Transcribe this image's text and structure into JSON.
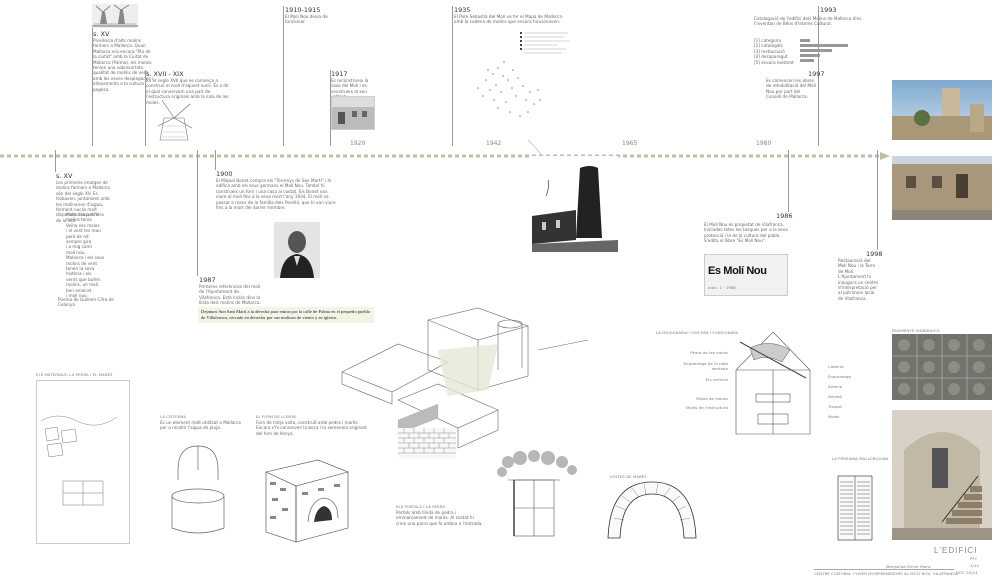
{
  "timeline": {
    "years": [
      "1920",
      "1942",
      "1965",
      "1980"
    ],
    "arrow_color": "#b8c2a8"
  },
  "events_top": [
    {
      "title": "s. XV",
      "text": "Presència d'alts molins fariners a Mallorca. Quan Mallorca era encara \"Pla de la ciutat\" amb la Ciutat de Mallorca (Palma), els molins tenien una sobresortida qualitat de molins de vent amb les seves desplegades i alineaments a la cultura pagesa."
    },
    {
      "title": "s. XVII - XIX",
      "text": "En el segle XVII que es comença a construir el molí d'aquest nucli. És a dir el qual conservam una part de l'estructura originals amb la sala de les moles."
    },
    {
      "title": "1910-1915",
      "text": "El Molí Nou deixa de funcionar."
    },
    {
      "title": "1917",
      "text": "Es reconstrueix la casa del Molí i es construeix al seu voltant."
    },
    {
      "title": "1935",
      "text": "El Pare Sebastià del Molí va fer el Mapa de Mallorca amb la cadena de molins que encara funcionaven."
    },
    {
      "title": "1993",
      "text": "Catalogació de l'edifici dels Molins de Mallorca dins l'inventari de Béns d'Interès Cultural."
    },
    {
      "title": "1997",
      "text": "Es comencen les obres de rehabilitació del Molí Nou per part del Consell de Mallorca."
    }
  ],
  "chart_legend": [
    "[1] categoria",
    "[2] catalogats",
    "[3] restauració",
    "[4] desaparegut",
    "[5] encara existent"
  ],
  "events_bottom": [
    {
      "title": "s. XV",
      "text": "Les primeres imatges de molins fariners a Mallorca són del segle XV. Es trobaven, juntament amb les molineries d'aigua, formant nuclis molt dispersos a la perifèria de la vila.",
      "poem": [
        "Molts tenia dins",
        "molins tenia",
        "Veïna ses moles",
        "i el vent les mou",
        "però de nit",
        "sempre gira",
        "i a mig camí",
        "molí nou.",
        "Mallorca i els seus",
        "molins de vent",
        "tenen la seva",
        "història i els",
        "vents que bufen",
        "molins, un molí",
        "ben enlairat",
        "i molí nou"
      ],
      "poem_caption": "Poema de Guillem Cifre de Colonya"
    },
    {
      "title": "1900",
      "text": "El Miquel Bonet compra els \"Terrenys de Son Martí\" i hi edifica amb els seus germans el Molí Nou. També hi construeix un forn i una casa al costat. Els Bonet van viure al molí fins a la seva mort l'any 1934. El molí va passar a mans de la família dels Perelló, que hi van viure fins a la mort del darrer membre."
    },
    {
      "title": "1987",
      "text": "Primeres referències del molí de l'Ajuntament de Vilafranca. Està inclòs dins la llista dels molins de Mallorca."
    },
    {
      "title": "1986",
      "text": "El Molí Nou és propietat de Vilafranca. Iniciades totes les tasques per a la seva protecció i la de la cultura del poble. S'edita el llibre \"Es Molí Nou\"."
    },
    {
      "title": "1998",
      "text": "Restauració del Molí Nou i la Torre de Molí. L'Ajuntament hi inaugura un centre d'interpretació per al patrimoni local de Vilafranca."
    }
  ],
  "quote": "Dejamos Son Sant Martí a la derecha para entrar por la calle de Palma en el pequeño pueblo de Villafranca, cercado en derredor por sus molinos de viento y su iglesia.",
  "newspaper": {
    "name": "Es Molí Nou",
    "issue": "núm. 1 · 1986"
  },
  "sections": {
    "water": {
      "title": "ELS MATERIALS: LA PEDRA I EL MARÈS"
    },
    "cistern": {
      "title": "LA CISTERNA",
      "text": "Es un element molt utilitzat a Mallorca per a recollir l'aigua de pluja."
    },
    "oven": {
      "title": "EL FORN DE LLENYA",
      "text": "Forn de mitja volta, construït amb pedra i marès. Encara s'hi conserven la boca i la xemeneia originals del forn de llenya."
    },
    "door": {
      "title": "ELS PORTALS I LA PARRA",
      "text": "Portals amb llinda de pedra i emmarcament de marès. Al costat hi creix una parra que fa ombra a l'entrada."
    },
    "vault": {
      "title": "VOLTES DE MARÈS"
    },
    "mill": {
      "title": "LA MAQUINÀRIA: COM ERA I FUNCIONAVA",
      "labels_left": [
        "Pedra de les moles",
        "Engranatge de la roda dentada",
        "Eix vertical",
        "Moles de moure",
        "Moles de l'estructura"
      ],
      "labels_right": [
        "Coberta",
        "Engranatge",
        "Antena",
        "Dentell",
        "Trespol",
        "Moles"
      ]
    },
    "window": {
      "title": "LA PERSIANA MALLORQUINA"
    },
    "tiles": {
      "title": "PAVIMENTS HIDRÀULICS"
    }
  },
  "footer": {
    "brand": "L'EDIFICI",
    "code1": "PFC",
    "code2": "1/14",
    "code3": "DOC 03/14",
    "author": "Margalida Oliver Riera",
    "project": "CENTRE CULTURAL I VIVER D'EMPRENEDORS AL MOLÍ NOU, VILAFRANCA"
  }
}
